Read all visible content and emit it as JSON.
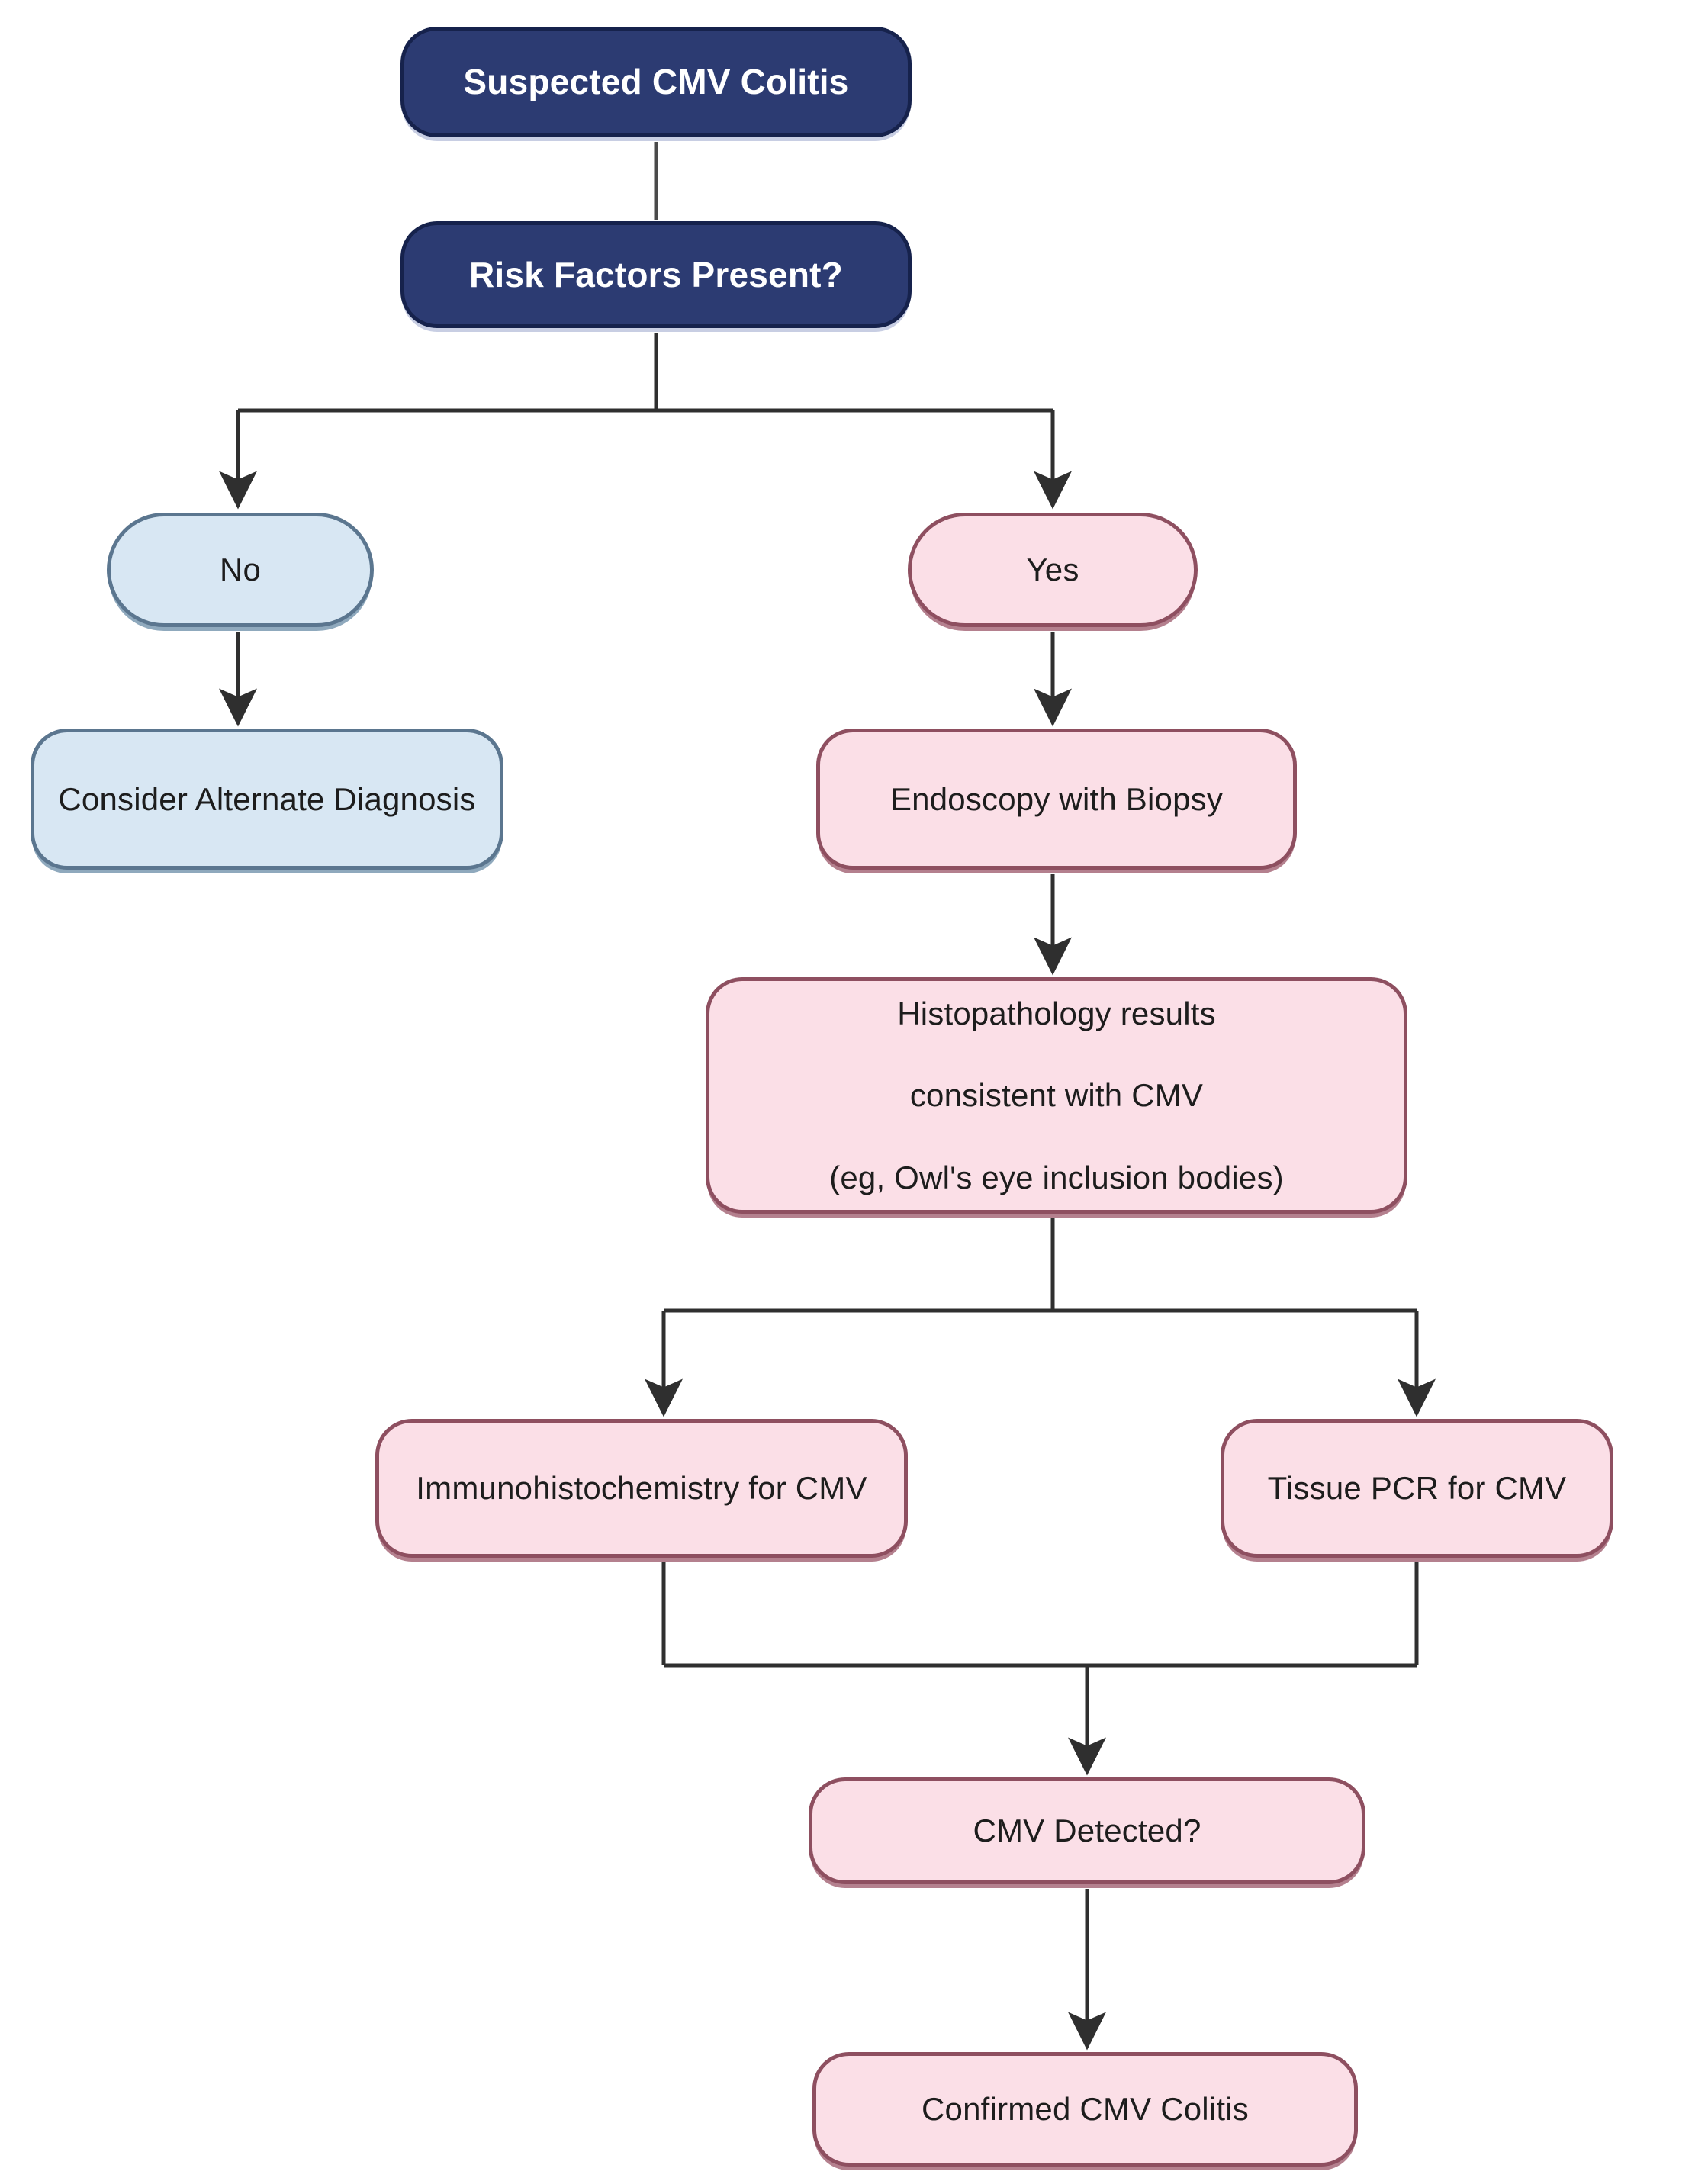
{
  "diagram": {
    "title": "Suspected CMV Colitis diagnostic algorithm",
    "palette": {
      "navy_fill": "#2c3b72",
      "navy_border": "#16224c",
      "blue_fill": "#d8e7f3",
      "blue_border": "#5b768f",
      "pink_fill": "#fbdfe7",
      "pink_border": "#8e4f60",
      "edge_color": "#2f2f2f",
      "background": "#ffffff"
    },
    "nodes": {
      "suspected": "Suspected CMV Colitis",
      "risk_factors": "Risk Factors Present?",
      "no": "No",
      "yes": "Yes",
      "alternate": "Consider Alternate Diagnosis",
      "endoscopy": "Endoscopy with Biopsy",
      "histopath": "Histopathology results consistent with CMV (eg, Owl's eye inclusion bodies)",
      "histopath_line1": "Histopathology results",
      "histopath_line2": "consistent with CMV",
      "histopath_line3": "(eg, Owl's eye inclusion bodies)",
      "ihc": "Immunohistochemistry for CMV",
      "pcr": "Tissue PCR for CMV",
      "detected": "CMV Detected?",
      "confirmed": "Confirmed CMV Colitis"
    },
    "edges": [
      {
        "from": "suspected",
        "to": "risk_factors",
        "arrow": false
      },
      {
        "from": "risk_factors",
        "to": "no",
        "arrow": true
      },
      {
        "from": "risk_factors",
        "to": "yes",
        "arrow": true
      },
      {
        "from": "no",
        "to": "alternate",
        "arrow": true
      },
      {
        "from": "yes",
        "to": "endoscopy",
        "arrow": true
      },
      {
        "from": "endoscopy",
        "to": "histopath",
        "arrow": true
      },
      {
        "from": "histopath",
        "to": "ihc",
        "arrow": true
      },
      {
        "from": "histopath",
        "to": "pcr",
        "arrow": true
      },
      {
        "from": "ihc",
        "to": "detected",
        "arrow": true
      },
      {
        "from": "pcr",
        "to": "detected",
        "arrow": true
      },
      {
        "from": "detected",
        "to": "confirmed",
        "arrow": true
      }
    ]
  }
}
